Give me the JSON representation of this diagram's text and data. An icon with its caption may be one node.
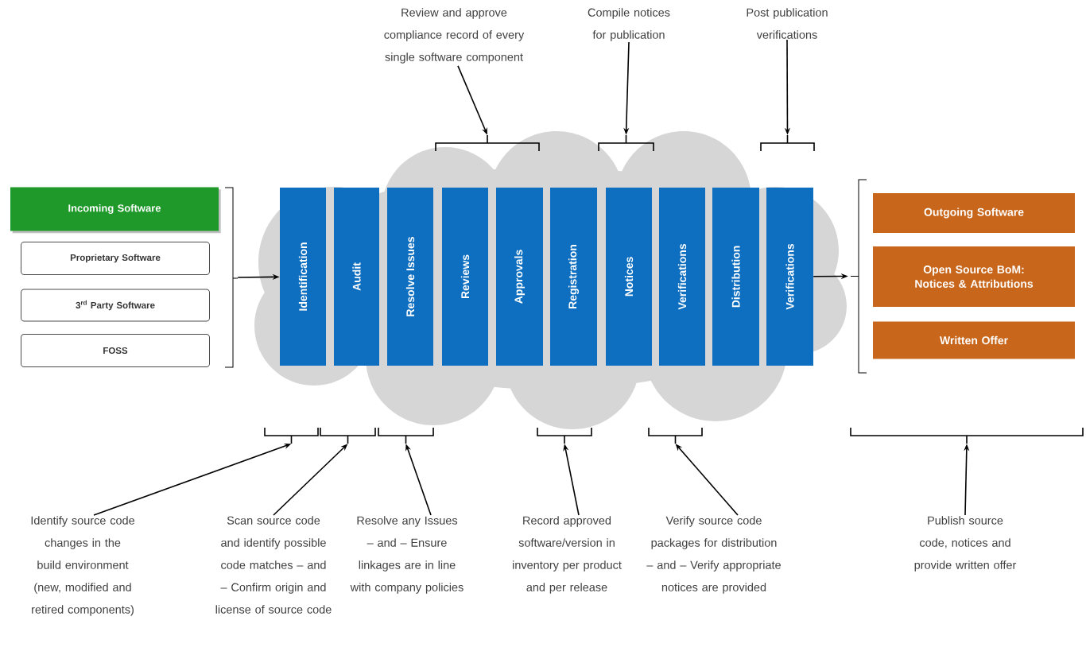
{
  "diagram": {
    "nodes": [
      {
        "text": [
          "Incoming Software"
        ]
      },
      {
        "text": [
          "Proprietary Software"
        ]
      },
      {
        "text": [
          "3$^{rd}$ Party Software"
        ]
      },
      {
        "text": [
          "FOSS"
        ]
      },
      {
        "text": [
          "Identification"
        ]
      },
      {
        "text": [
          "Audit"
        ]
      },
      {
        "text": [
          "Resolve Issues"
        ]
      },
      {
        "text": [
          "Reviews"
        ]
      },
      {
        "text": [
          "Approvals"
        ]
      },
      {
        "text": [
          "Registration"
        ]
      },
      {
        "text": [
          "Notices"
        ]
      },
      {
        "text": [
          "Verifications"
        ]
      },
      {
        "text": [
          "Distribution"
        ]
      },
      {
        "text": [
          "Verifications"
        ]
      },
      {
        "text": [
          "Outgoing Software"
        ]
      },
      {
        "text": [
          "Open Source BoM: Notices & Attributions"
        ]
      },
      {
        "text": [
          "Written Offer"
        ]
      },
      {
        "text": [
          "Review and approve compliance record of every single software component"
        ]
      },
      {
        "text": [
          "Compile notices for publication"
        ]
      },
      {
        "text": [
          "Post publication verifications"
        ]
      },
      {
        "text": [
          "Identify source code changes in the build environment (new, modified and retired components)"
        ]
      },
      {
        "text": [
          "Scan source code and identify possible code matches – and – Confirm origin and license of source code"
        ]
      },
      {
        "text": [
          "Resolve any Issues – and – Ensure linkages are in line with company policies"
        ]
      },
      {
        "text": [
          "Record approved software/version in inventory per product and per release"
        ]
      },
      {
        "text": [
          "Verify source code packages for distribution – and – Verify appropriate notices are provided"
        ]
      },
      {
        "text": [
          "Publish source code, notices and provide written offer"
        ]
      },
      {
        "text": [],
        "shape": "bracket"
      },
      {
        "text": [],
        "shape": "bracket"
      },
      {
        "text": [],
        "shape": "bracket"
      },
      {
        "text": [],
        "shape": "bracket"
      },
      {
        "text": [],
        "shape": "bracket"
      },
      {
        "text": [],
        "shape": "bracket"
      },
      {
        "text": [],
        "shape": "bracket"
      },
      {
        "text": [],
        "shape": "bracket"
      },
      {
        "text": [],
        "shape": "bracket"
      },
      {
        "text": [],
        "shape": "bracket"
      },
      {
        "text": [],
        "shape": "bracket"
      }
    ],
    "edges": [
      {
        "from": 26,
        "to": 4,
        "arrow": "to"
      },
      {
        "from": 13,
        "to": 36,
        "arrow": "to"
      },
      {
        "from": 17,
        "to": 30,
        "arrow": "to"
      },
      {
        "from": 18,
        "to": 32,
        "arrow": "to"
      },
      {
        "from": 19,
        "to": 34,
        "arrow": "to"
      },
      {
        "from": 20,
        "to": 27,
        "arrow": "to"
      },
      {
        "from": 21,
        "to": 28,
        "arrow": "to"
      },
      {
        "from": 22,
        "to": 29,
        "arrow": "to"
      },
      {
        "from": 23,
        "to": 31,
        "arrow": "to"
      },
      {
        "from": 24,
        "to": 33,
        "arrow": "to"
      },
      {
        "from": 25,
        "to": 35,
        "arrow": "to"
      }
    ]
  }
}
